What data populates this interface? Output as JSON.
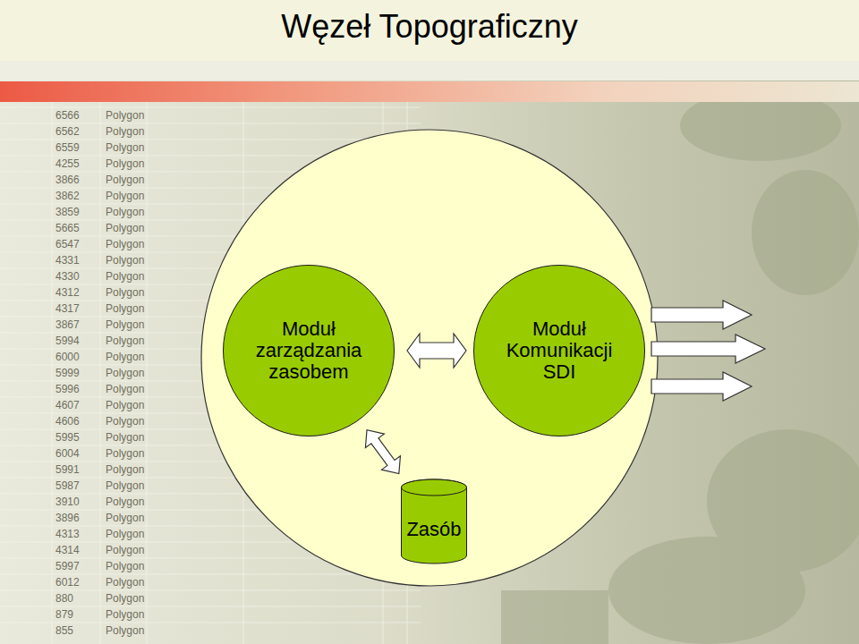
{
  "diagram": {
    "title": "Węzeł Topograficzny",
    "nodes": [
      {
        "text": [
          "Moduł zarządzania zasobem"
        ]
      },
      {
        "text": [
          "Moduł Komunikacji SDI"
        ]
      },
      {
        "text": [
          "Zasób"
        ]
      }
    ],
    "edges": [
      {
        "from": 0,
        "to": 1,
        "arrow": "both"
      },
      {
        "from": 0,
        "to": 2,
        "arrow": "both"
      }
    ],
    "labels": [
      "6566",
      "Polygon",
      "6562",
      "Polygon",
      "6559",
      "Polygon",
      "4255",
      "Polygon",
      "3866",
      "Polygon",
      "3862",
      "Polygon",
      "3859",
      "Polygon",
      "5665",
      "Polygon",
      "6547",
      "Polygon",
      "4331",
      "Polygon",
      "4330",
      "Polygon",
      "4312",
      "Polygon",
      "4317",
      "Polygon",
      "3867",
      "Polygon",
      "5994",
      "Polygon",
      "6000",
      "Polygon",
      "5999",
      "Polygon",
      "5996",
      "Polygon",
      "4607",
      "Polygon",
      "4606",
      "Polygon",
      "5995",
      "Polygon",
      "6004",
      "Polygon",
      "5991",
      "Polygon",
      "5987",
      "Polygon",
      "3910",
      "Polygon",
      "3896",
      "Polygon",
      "4313",
      "Polygon",
      "4314",
      "Polygon",
      "5997",
      "Polygon",
      "6012",
      "Polygon",
      "880",
      "Polygon",
      "879",
      "Polygon",
      "855",
      "Polygon"
    ]
  }
}
